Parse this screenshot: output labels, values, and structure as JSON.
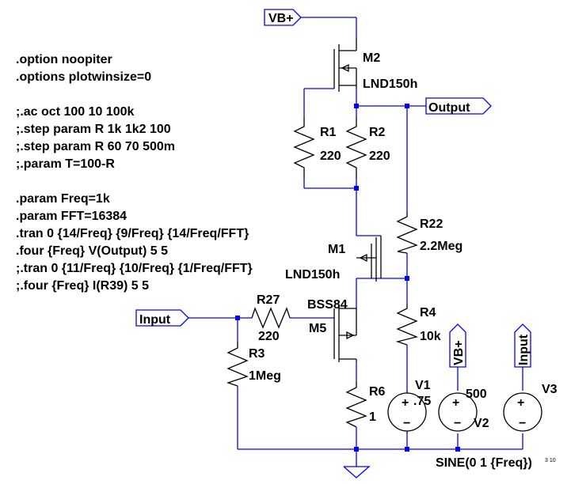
{
  "directives": [
    ".option noopiter",
    ".options plotwinsize=0",
    "",
    ";.ac oct 100 10 100k",
    ";.step param R 1k 1k2 100",
    ";.step param R 60 70 500m",
    ";.param T=100-R",
    "",
    ".param Freq=1k",
    ".param FFT=16384",
    ".tran 0 {14/Freq} {9/Freq} {14/Freq/FFT}",
    ".four {Freq} V(Output) 5 5",
    ";.tran 0 {11/Freq} {10/Freq} {1/Freq/FFT}",
    ";.four {Freq} I(R39) 5 5"
  ],
  "nets": {
    "vbplus": "VB+",
    "output": "Output",
    "input": "Input"
  },
  "components": {
    "m2": {
      "name": "M2",
      "model": "LND150h"
    },
    "m1": {
      "name": "M1",
      "model": "LND150h"
    },
    "m5": {
      "name": "M5",
      "model": "BSS84"
    },
    "r1": {
      "name": "R1",
      "value": "220"
    },
    "r2": {
      "name": "R2",
      "value": "220"
    },
    "r22": {
      "name": "R22",
      "value": "2.2Meg"
    },
    "r4": {
      "name": "R4",
      "value": "10k"
    },
    "r27": {
      "name": "R27",
      "value": "220"
    },
    "r3": {
      "name": "R3",
      "value": "1Meg"
    },
    "r6": {
      "name": "R6",
      "value": "1"
    },
    "v1": {
      "name": "V1",
      "value": ".75"
    },
    "v2": {
      "name": "V2",
      "value": "500"
    },
    "v3": {
      "name": "V3",
      "value": "SINE(0 1 {Freq})"
    }
  },
  "stray_text": "3 10",
  "colors": {
    "wire": "#0000ff",
    "component": "#000000",
    "background": "#ffffff"
  }
}
